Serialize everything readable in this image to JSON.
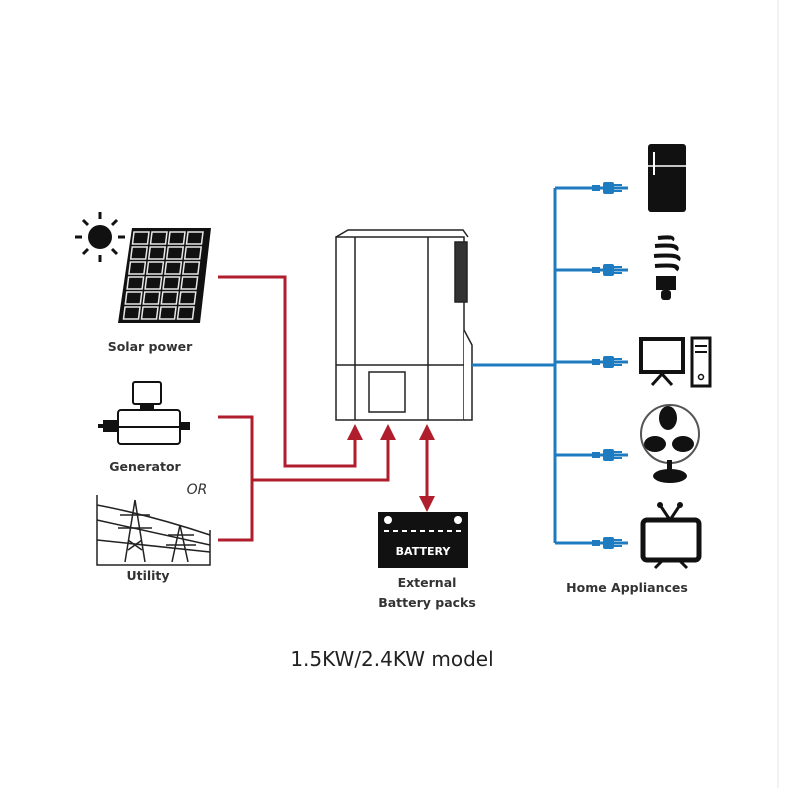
{
  "sources": {
    "solar_label": "Solar power",
    "generator_label": "Generator",
    "or_label": "OR",
    "utility_label": "Utility"
  },
  "battery": {
    "badge": "BATTERY",
    "label_line1": "External",
    "label_line2": "Battery packs"
  },
  "appliances": {
    "label": "Home Appliances",
    "items": [
      "refrigerator-icon",
      "light-bulb-icon",
      "computer-icon",
      "fan-icon",
      "tv-icon"
    ]
  },
  "caption": "1.5KW/2.4KW model",
  "colors": {
    "input_line": "#b01e2e",
    "output_line": "#1e7bbf"
  }
}
